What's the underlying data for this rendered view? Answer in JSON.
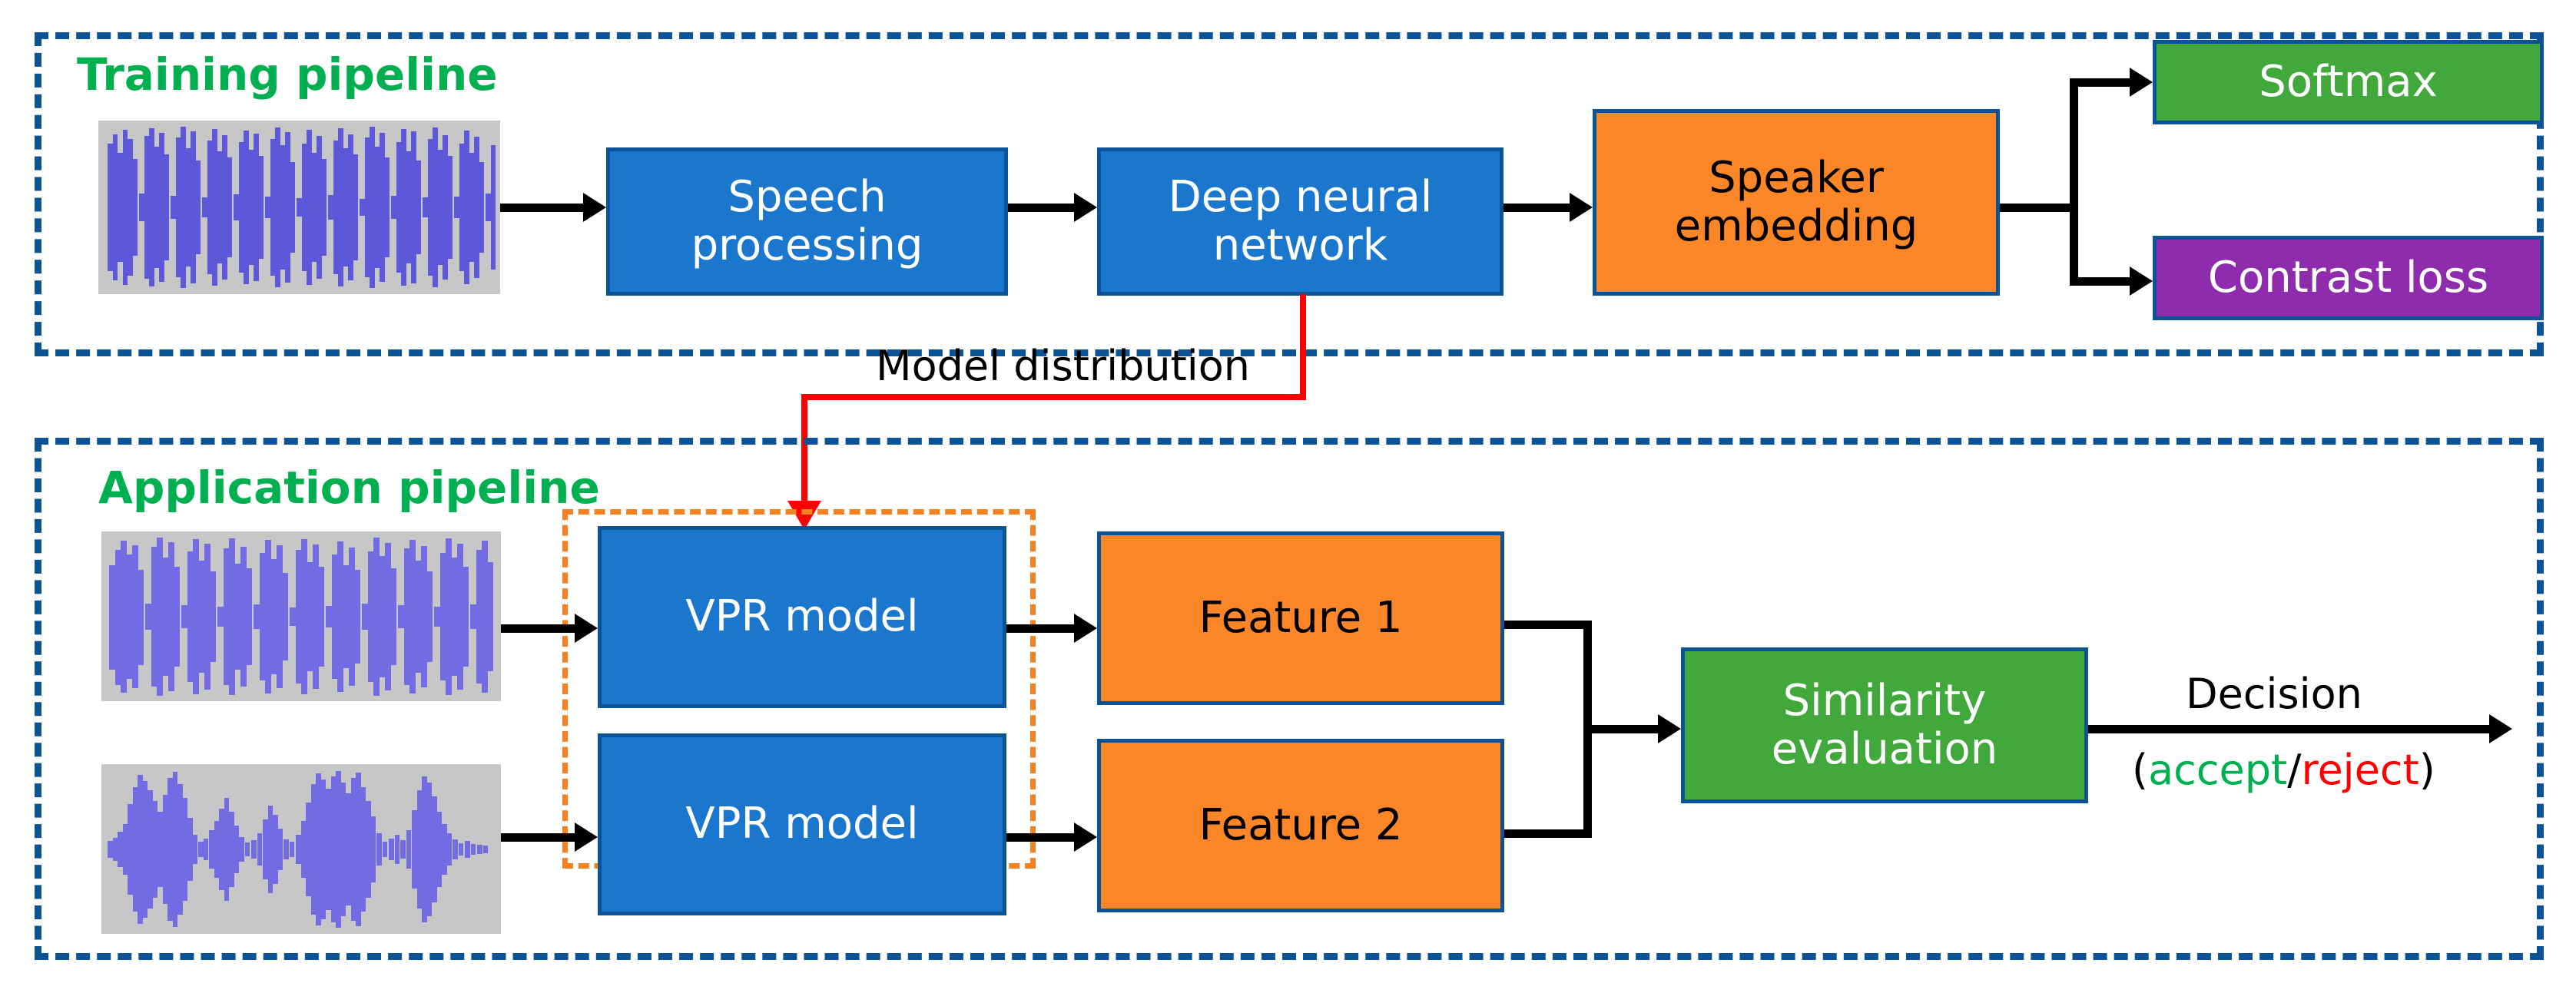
{
  "diagram": {
    "title": "Voiceprint recognition training and application pipelines",
    "colors": {
      "pipeline_border": "#0B5394",
      "group_border": "#F58220",
      "blue_node": "#1B77CD",
      "orange_node": "#FA8627",
      "green_node": "#41A93C",
      "purple_node": "#8F2BAD",
      "pipeline_title": "#00B050",
      "distribution_arrow": "#FF0000",
      "accept": "#00B050",
      "reject": "#FF0000",
      "waveform_bg": "#C6C6C6",
      "waveform_fg": "#4B45DE"
    }
  },
  "training_pipeline": {
    "title": "Training pipeline",
    "nodes": {
      "speech_processing": "Speech\nprocessing",
      "deep_neural_network": "Deep neural\nnetwork",
      "speaker_embedding": "Speaker\nembedding",
      "softmax": "Softmax",
      "contrast_loss": "Contrast loss"
    },
    "input_waveform_name": "training-speech-waveform"
  },
  "model_distribution": {
    "label": "Model distribution"
  },
  "application_pipeline": {
    "title": "Application pipeline",
    "nodes": {
      "vpr_model_1": "VPR model",
      "vpr_model_2": "VPR model",
      "feature_1": "Feature 1",
      "feature_2": "Feature 2",
      "similarity_evaluation": "Similarity\nevaluation"
    },
    "decision": {
      "line1": "Decision",
      "open_paren": "(",
      "accept": "accept",
      "separator": "/",
      "reject": "reject",
      "close_paren": ")"
    },
    "input_waveform_1_name": "enrollment-speech-waveform",
    "input_waveform_2_name": "test-speech-waveform"
  }
}
